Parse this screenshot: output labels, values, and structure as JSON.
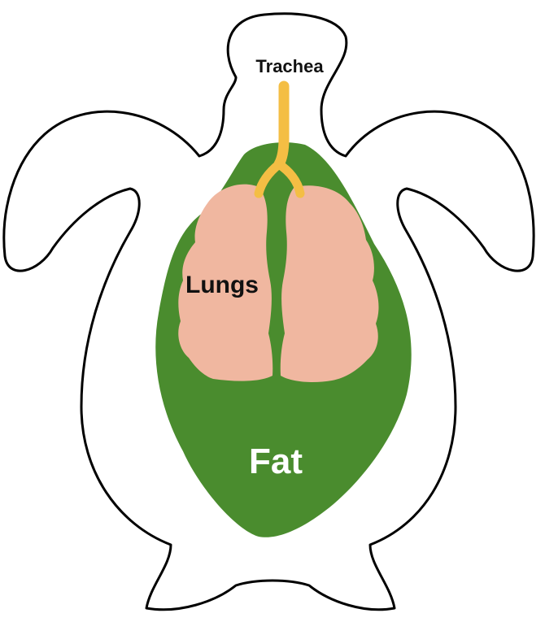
{
  "labels": {
    "trachea": "Trachea",
    "lungs": "Lungs",
    "fat": "Fat"
  },
  "colors": {
    "outline": "#000000",
    "body_fill": "#ffffff",
    "fat": "#4a8c2e",
    "lungs": "#f0b7a0",
    "trachea": "#f4be44",
    "fat_label": "#ffffff",
    "text": "#111111"
  }
}
